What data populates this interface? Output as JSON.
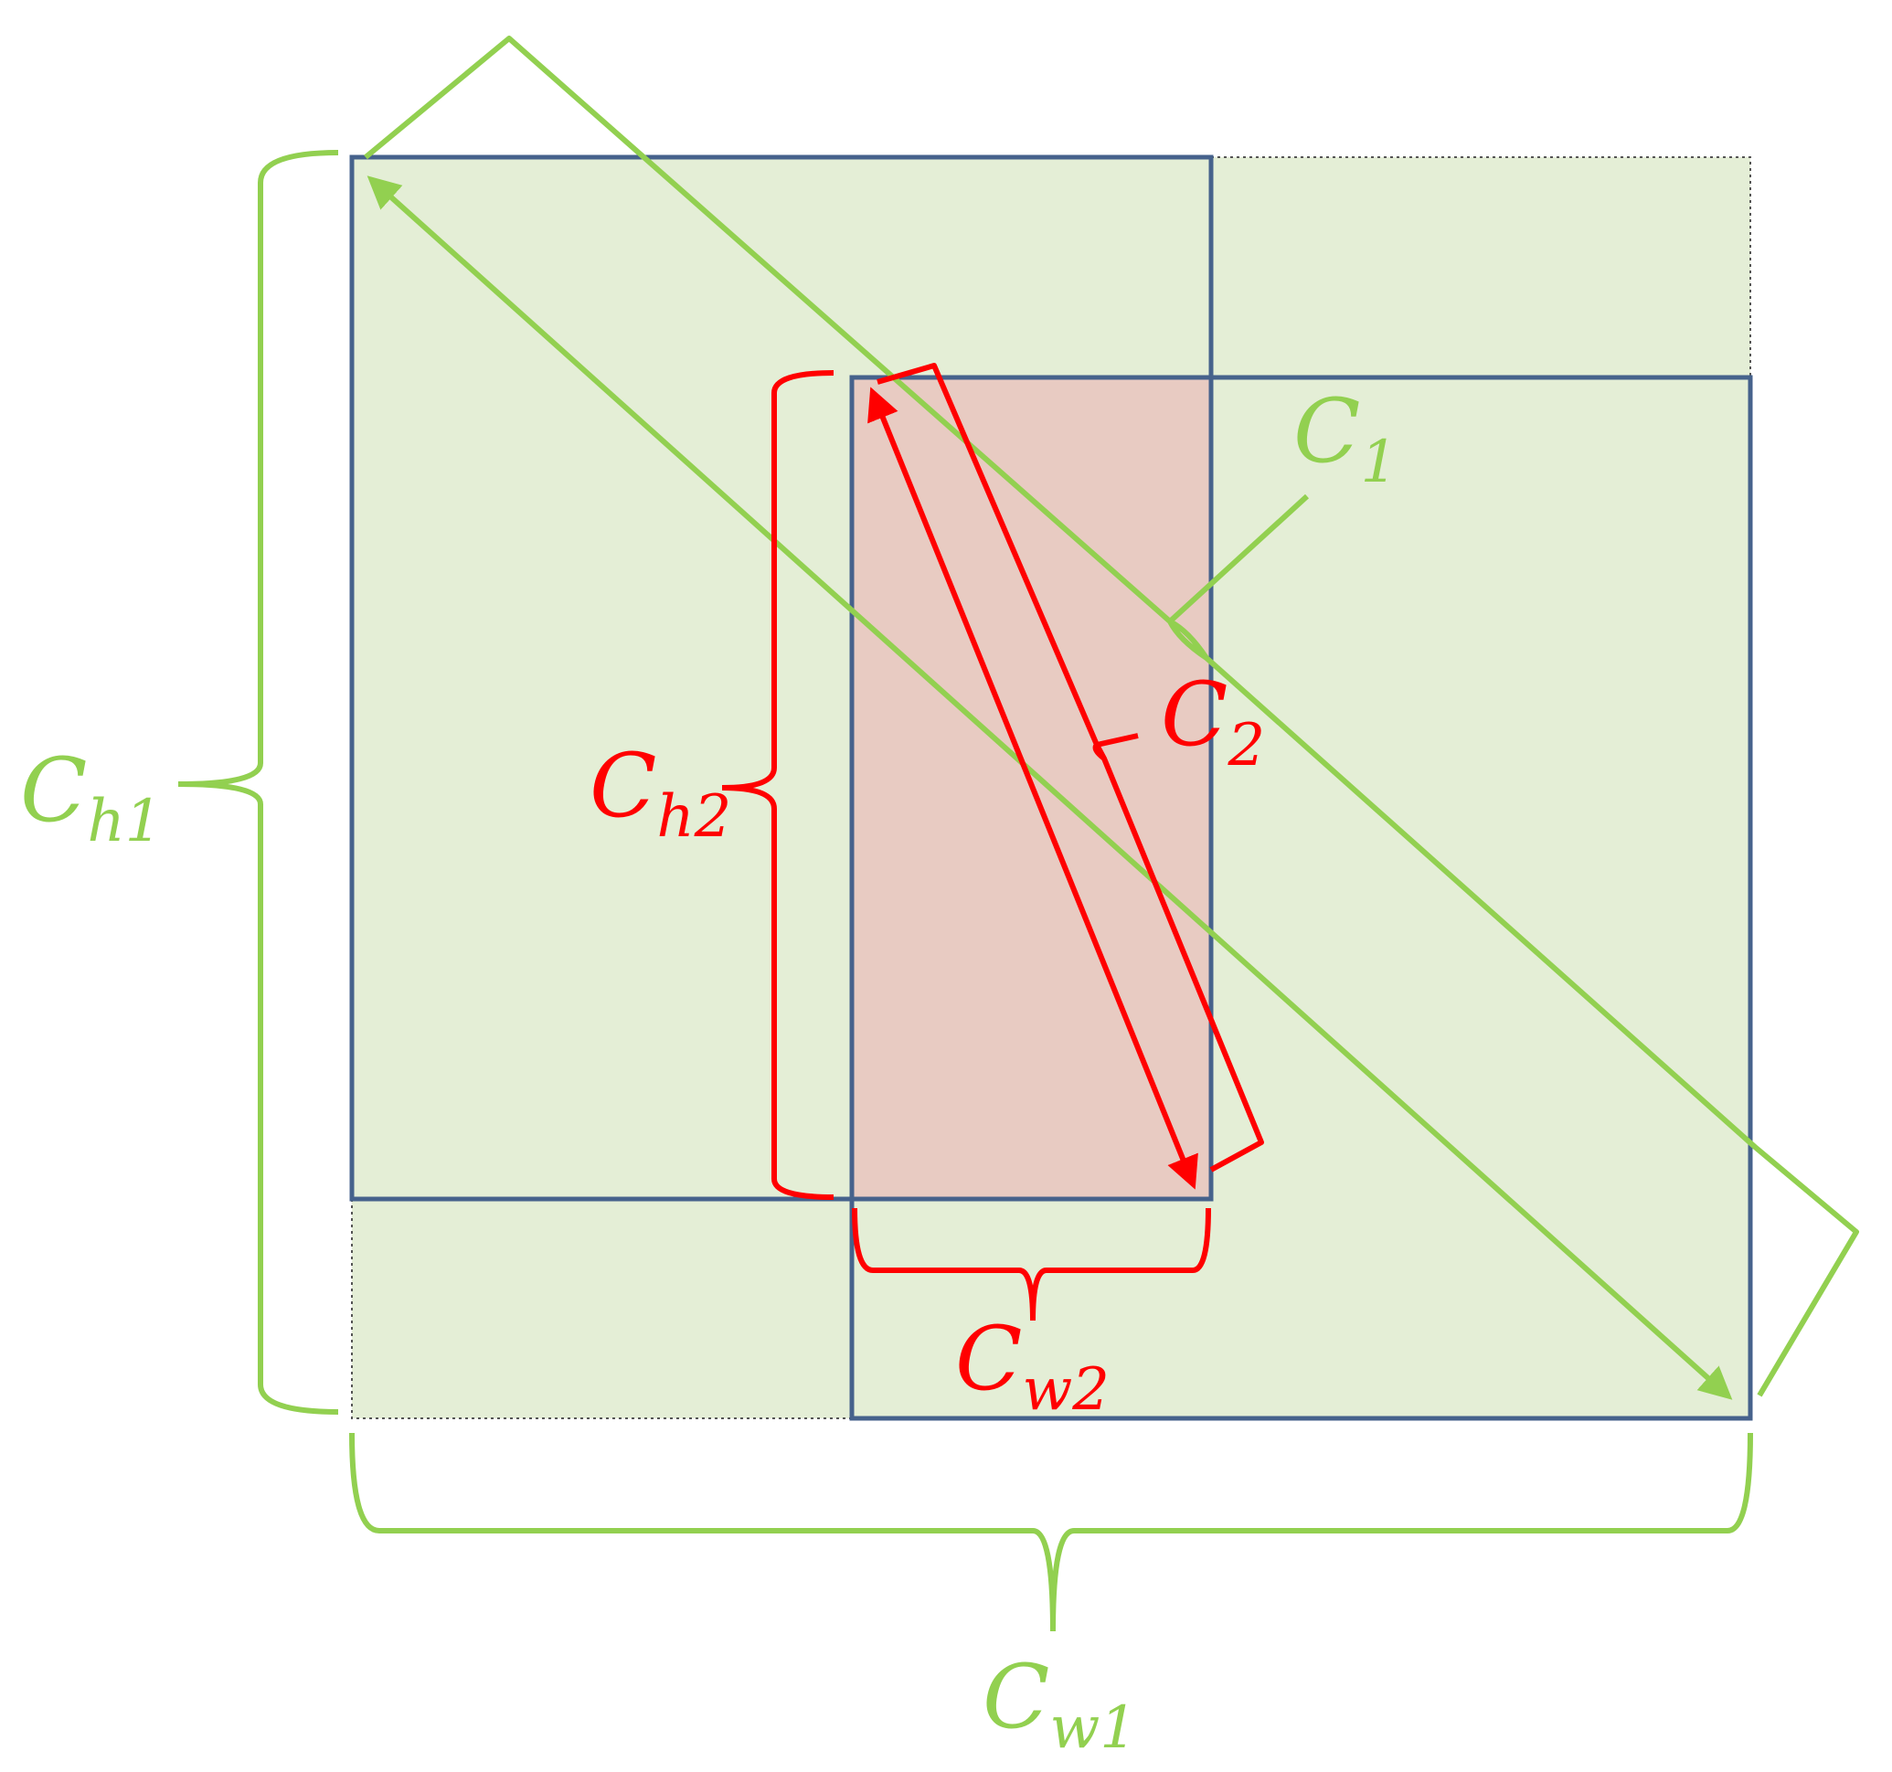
{
  "colors": {
    "green": "#92d050",
    "green_fill": "#e4eed6",
    "red": "#ff0000",
    "red_fill": "#e8cbc2",
    "blue": "#46628c",
    "dotted": "#555555"
  },
  "labels": {
    "ch1": {
      "main": "C",
      "sub": "h1"
    },
    "cw1": {
      "main": "C",
      "sub": "w1"
    },
    "c1": {
      "main": "C",
      "sub": "1"
    },
    "ch2": {
      "main": "C",
      "sub": "h2"
    },
    "cw2": {
      "main": "C",
      "sub": "w2"
    },
    "c2": {
      "main": "C",
      "sub": "2"
    }
  }
}
